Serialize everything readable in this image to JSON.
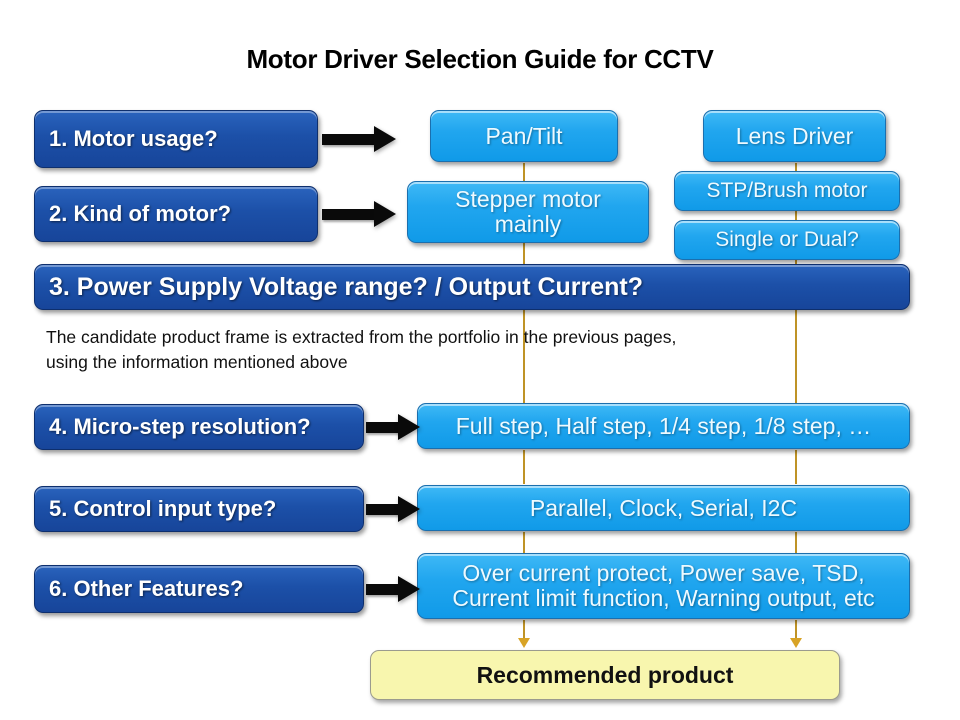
{
  "page": {
    "title": "Motor Driver Selection Guide for CCTV",
    "background": "#ffffff"
  },
  "colors": {
    "question_box": "#1c50a8",
    "answer_box": "#21a6ef",
    "connector_line": "#bf9326",
    "result_box": "#f8f6ae",
    "arrow": "#0a0a0a"
  },
  "questions": [
    {
      "id": 1,
      "label": "1. Motor usage?"
    },
    {
      "id": 2,
      "label": "2. Kind of motor?"
    },
    {
      "id": 3,
      "label": "3. Power Supply Voltage range? / Output Current?"
    },
    {
      "id": 4,
      "label": "4. Micro-step resolution?"
    },
    {
      "id": 5,
      "label": "5. Control input type?"
    },
    {
      "id": 6,
      "label": "6. Other Features?"
    }
  ],
  "branches": {
    "left": {
      "usage": "Pan/Tilt",
      "motor_kind": "Stepper motor\nmainly"
    },
    "right": {
      "usage": "Lens Driver",
      "motor_kind": "STP/Brush motor",
      "channel": "Single or Dual?"
    }
  },
  "answers": {
    "micro_step": "Full step, Half step, 1/4 step, 1/8 step, …",
    "control_input": "Parallel, Clock, Serial, I2C",
    "other_features": "Over current protect, Power save, TSD,\nCurrent  limit function, Warning output, etc"
  },
  "note": {
    "text": "The candidate product frame is extracted from the portfolio in the previous pages,\nusing the information mentioned above"
  },
  "result": {
    "label": "Recommended product"
  }
}
